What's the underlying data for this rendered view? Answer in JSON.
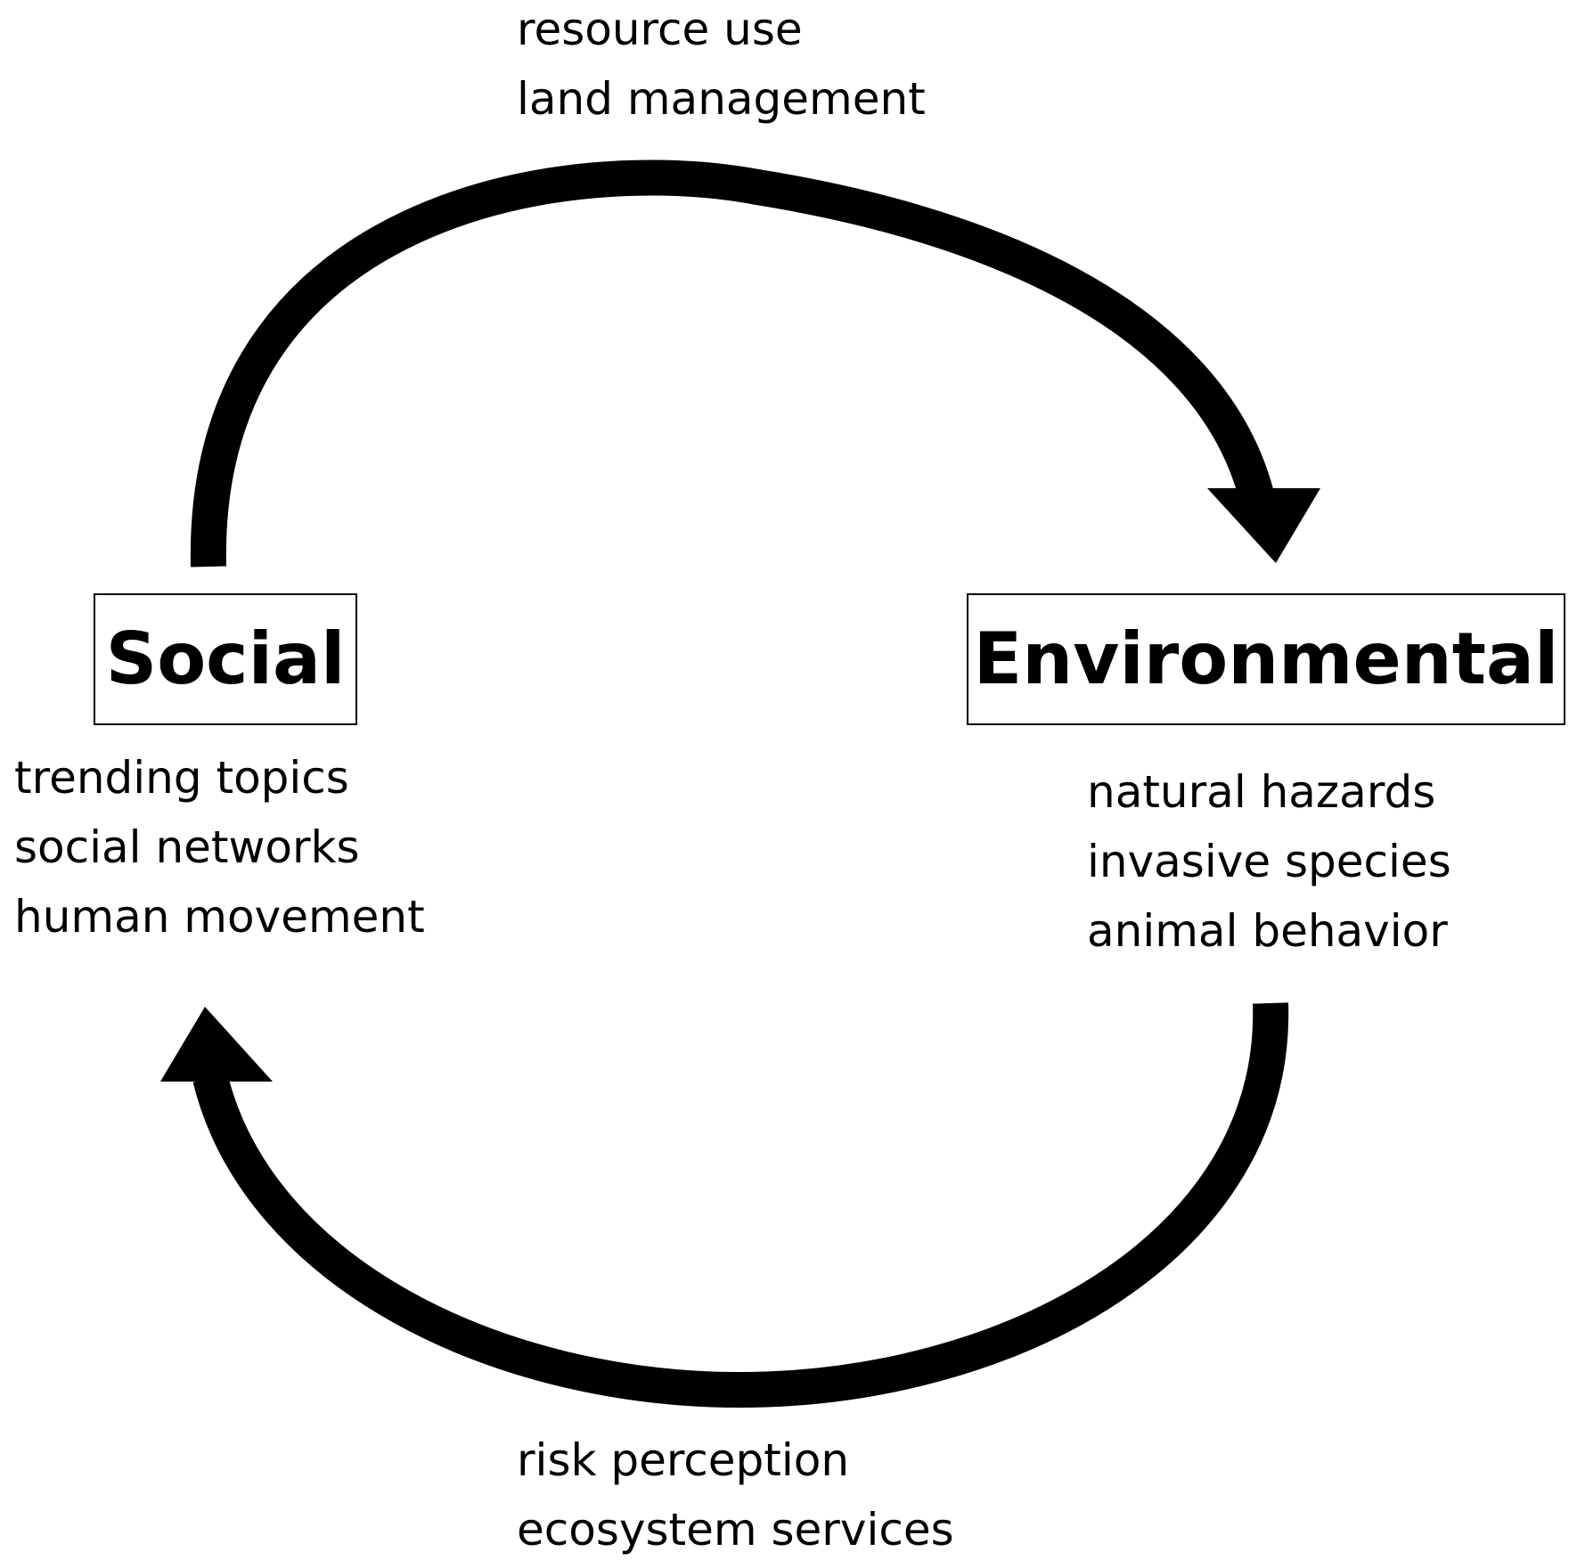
{
  "nodes": {
    "social": {
      "label": "Social",
      "items": [
        "trending topics",
        "social networks",
        "human movement"
      ]
    },
    "environmental": {
      "label": "Environmental",
      "items": [
        "natural hazards",
        "invasive species",
        "animal behavior"
      ]
    }
  },
  "edges": {
    "social_to_environmental": {
      "labels": [
        "resource use",
        "land management"
      ]
    },
    "environmental_to_social": {
      "labels": [
        "risk perception",
        "ecosystem services"
      ]
    }
  },
  "colors": {
    "arrow": "#000000",
    "box_border": "#000000",
    "background": "#ffffff"
  }
}
